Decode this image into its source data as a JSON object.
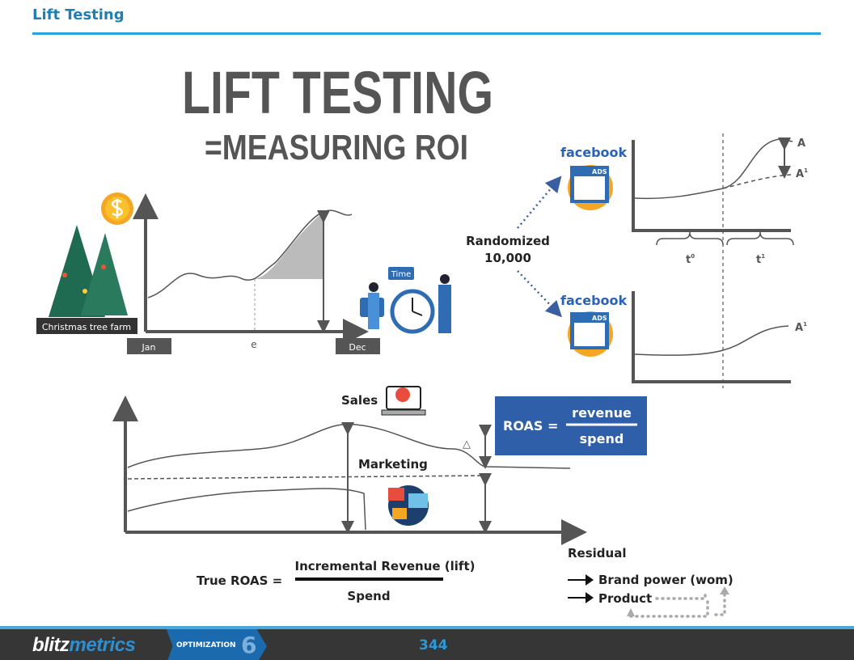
{
  "header": {
    "title": "Lift Testing"
  },
  "headline": {
    "line1": "LIFT TESTING",
    "line2": "=MEASURING ROI"
  },
  "seasonal_chart": {
    "label_farm": "Christmas tree farm",
    "x_start": "Jan",
    "x_mid": "e",
    "x_end": "Dec",
    "clock_badge": "Time"
  },
  "randomized": {
    "line1": "Randomized",
    "line2": "10,000"
  },
  "facebook": {
    "brand": "facebook",
    "ads": "ADS"
  },
  "lift_chart_top": {
    "label_a": "A",
    "label_a1": "A",
    "sup_a1": "1",
    "label_t0": "t",
    "sup_t0": "0",
    "label_t1": "t",
    "sup_t1": "1"
  },
  "lift_chart_bottom": {
    "label_a1": "A",
    "sup_a1": "1"
  },
  "sales_chart": {
    "sales": "Sales",
    "marketing": "Marketing",
    "delta": "△",
    "residual": "Residual"
  },
  "roas_box": {
    "lhs": "ROAS =",
    "numerator": "revenue",
    "denominator": "spend",
    "color": "#2e5fa8"
  },
  "true_roas": {
    "lhs": "True ROAS =",
    "numerator": "Incremental Revenue (lift)",
    "denominator": "Spend"
  },
  "residual_items": [
    "Brand power (wom)",
    "Product"
  ],
  "footer": {
    "brand_a": "blitz",
    "brand_b": "metrics",
    "section": "OPTIMIZATION",
    "section_number": "6",
    "page": "344"
  }
}
